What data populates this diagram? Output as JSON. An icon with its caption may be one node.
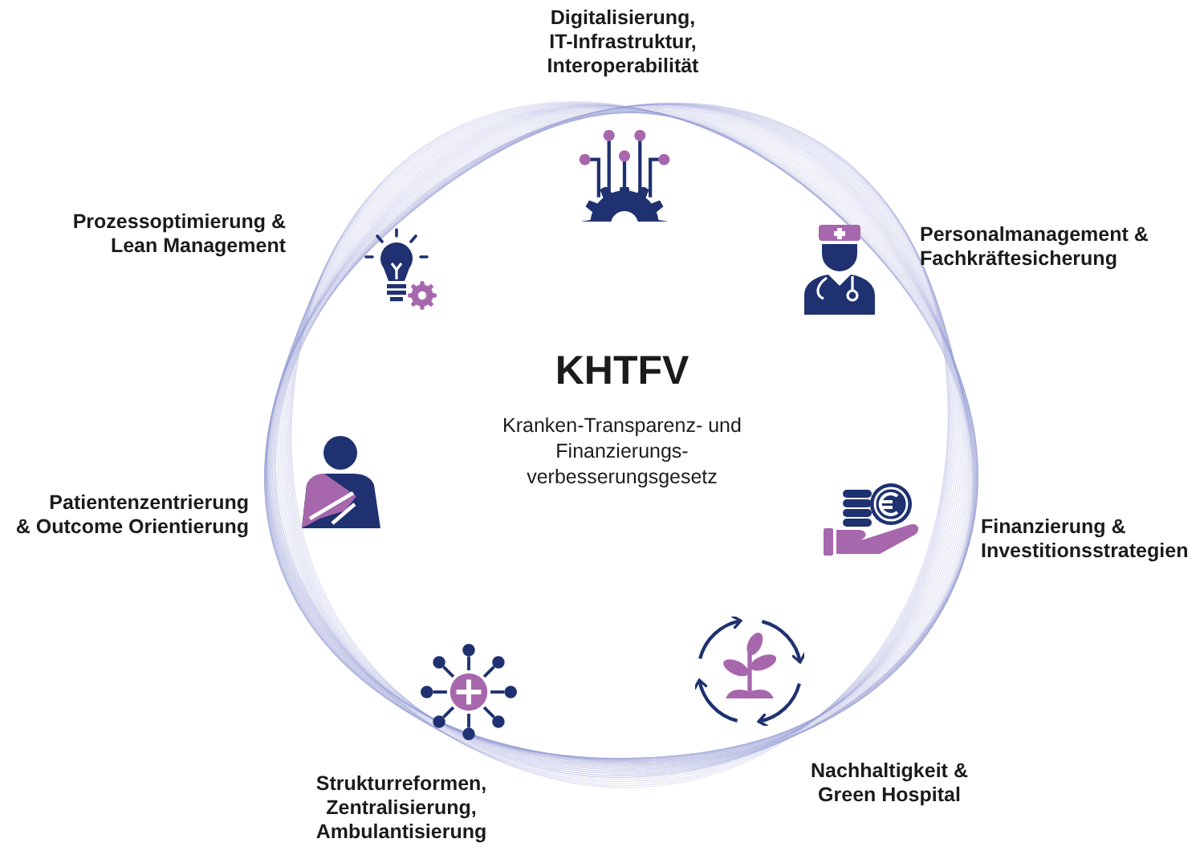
{
  "diagram": {
    "nodes": [
      {
        "text": [
          "KHTFV",
          "Kranken-Transparenz- und Finanzierungs-verbesserungsgesetz"
        ]
      },
      {
        "text": [
          "Digitalisierung, IT-Infrastruktur, Interoperabilität"
        ]
      },
      {
        "text": [
          "Personalmanagement & Fachkräftesicherung"
        ]
      },
      {
        "text": [
          "Finanzierung & Investitionsstrategien"
        ]
      },
      {
        "text": [
          "Nachhaltigkeit & Green Hospital"
        ]
      },
      {
        "text": [
          "Strukturreformen, Zentralisierung, Ambulantisierung"
        ]
      },
      {
        "text": [
          "Patientenzentrierung & Outcome Orientierung"
        ]
      },
      {
        "text": [
          "Prozessoptimierung & Lean Management"
        ]
      }
    ]
  }
}
